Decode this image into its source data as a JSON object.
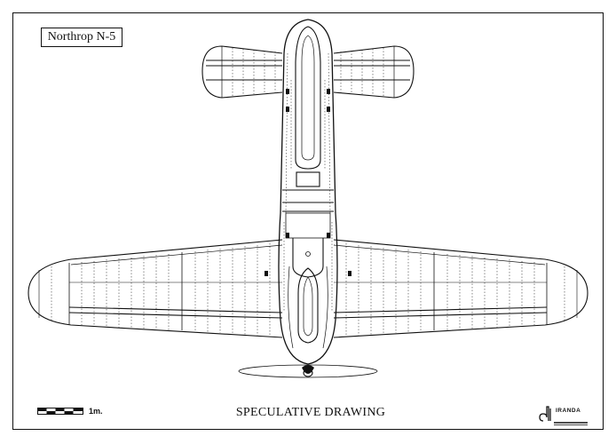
{
  "title": "Northrop N-5",
  "caption": "SPECULATIVE DRAWING",
  "scale": {
    "label": "1m."
  },
  "logo": {
    "text": "IRANDA"
  }
}
